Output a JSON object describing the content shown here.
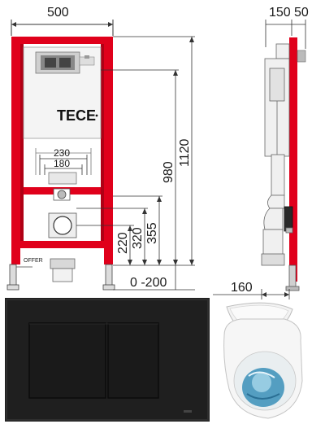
{
  "front_view": {
    "width_label": "500",
    "brand_label": "TECE",
    "inner_dim_outer": "230",
    "inner_dim_inner": "180",
    "height_total": "1120",
    "height_flush": "980",
    "height_355": "355",
    "height_320": "320",
    "height_220": "220",
    "foot_range": "0 -200",
    "foot_tag": "OFFER"
  },
  "side_view": {
    "depth_label_a": "150",
    "depth_label_b": "50",
    "offset_label": "160"
  },
  "colors": {
    "frame_red": "#e0001b",
    "line_gray": "#555555",
    "plate_black": "#1c1c1c",
    "water_blue": "#3a8fb8"
  }
}
